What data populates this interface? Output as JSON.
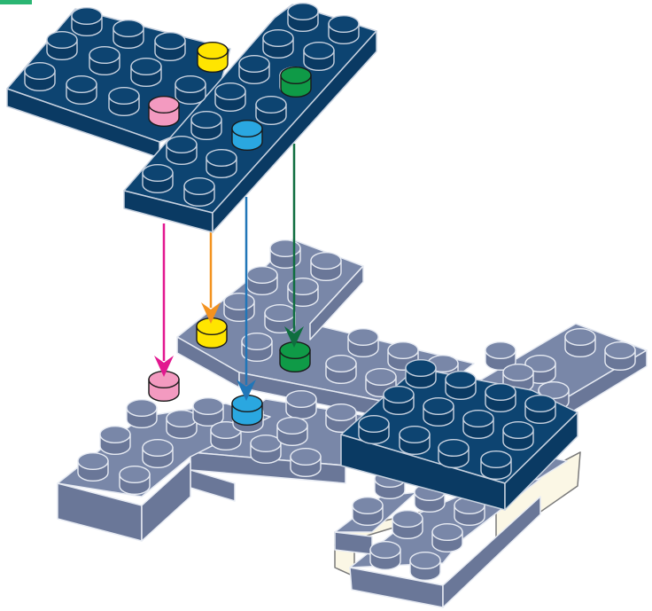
{
  "page": {
    "tab_color": "#2bb673"
  },
  "colors": {
    "plate_dark": "#0d4471",
    "plate_dark_side": "#0a3a63",
    "plate_dark_edge": "#c8d2e0",
    "plate_light": "#7987a8",
    "plate_light_side": "#6a7798",
    "plate_light_edge": "#e7ebf3",
    "base_cream": "#fbf7e5",
    "pin_yellow": "#ffe500",
    "pin_green": "#0f9a47",
    "pin_pink": "#f39ac0",
    "pin_blue": "#2aa7e0",
    "arrow_pink": "#e2178f",
    "arrow_orange": "#f3921f",
    "arrow_blue": "#2176b8",
    "arrow_green": "#0f6e3f"
  },
  "connections": [
    {
      "name": "pink",
      "pin_color": "pin_pink",
      "arrow_color": "arrow_pink"
    },
    {
      "name": "yellow",
      "pin_color": "pin_yellow",
      "arrow_color": "arrow_orange"
    },
    {
      "name": "blue",
      "pin_color": "pin_blue",
      "arrow_color": "arrow_blue"
    },
    {
      "name": "green",
      "pin_color": "pin_green",
      "arrow_color": "arrow_green"
    }
  ]
}
